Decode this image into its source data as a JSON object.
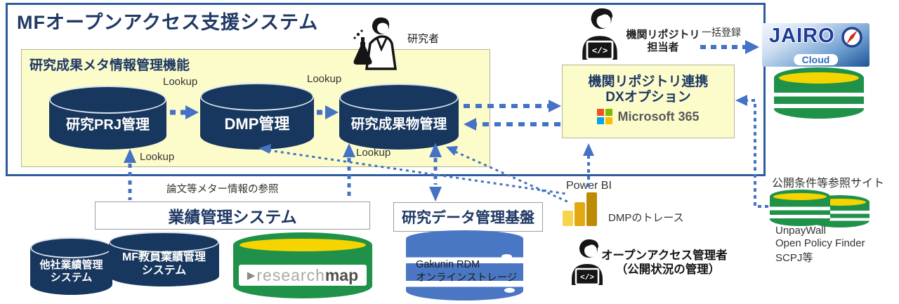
{
  "title": "MFオープンアクセス支援システム",
  "meta_box": {
    "label": "研究成果メタ情報管理機能",
    "lookup_label": "Lookup",
    "cylinders": [
      {
        "label": "研究PRJ管理"
      },
      {
        "label": "DMP管理"
      },
      {
        "label": "研究成果物管理"
      }
    ]
  },
  "actors": {
    "researcher": "研究者",
    "laptop_glyph": "</>",
    "repo_staff": {
      "line1": "機関リポジトリ",
      "line2": "担当者"
    },
    "oa_admin": {
      "line1": "オープンアクセス管理者",
      "line2": "（公開状況の管理）"
    }
  },
  "dx_box": {
    "line1": "機関リポジトリ連携",
    "line2": "DXオプション",
    "microsoft": "Microsoft 365"
  },
  "jairo": {
    "brand": "JAIRO",
    "sub": "Cloud"
  },
  "labels": {
    "batch_register": "一括登録",
    "meta_reference": "論文等メター情報の参照",
    "power_bi": "Power BI",
    "dmp_trace": "DMPのトレース"
  },
  "gyoseki": {
    "title": "業績管理システム",
    "cylinders": [
      {
        "line1": "他社業績管理",
        "line2": "システム"
      },
      {
        "line1": "MF教員業績管理",
        "line2": "システム"
      }
    ],
    "researchmap": {
      "arrow": "▶",
      "part1": "research",
      "part2": "map"
    }
  },
  "rdm": {
    "title": "研究データ管理基盤",
    "cylinder": {
      "line1": "Gakunin RDM",
      "line2": "オンラインストレージ"
    }
  },
  "reference_sites": {
    "title": "公開条件等参照サイト",
    "items": [
      "UnpayWall",
      "Open Policy Finder",
      "SCPJ等"
    ]
  },
  "colors": {
    "navy": "#1f3864",
    "cylinder_navy": "#17375e",
    "arrow_blue": "#4472c4",
    "panel_yellow": "#fcfccb",
    "green": "#1f9148",
    "disc_yellow": "#f5d400",
    "gakunin_blue": "#4a77c4",
    "ms_red": "#f25022",
    "ms_green": "#7fba00",
    "ms_blue": "#00a4ef",
    "ms_yellow": "#ffb900",
    "powerbi_amber": "#e2a913"
  }
}
